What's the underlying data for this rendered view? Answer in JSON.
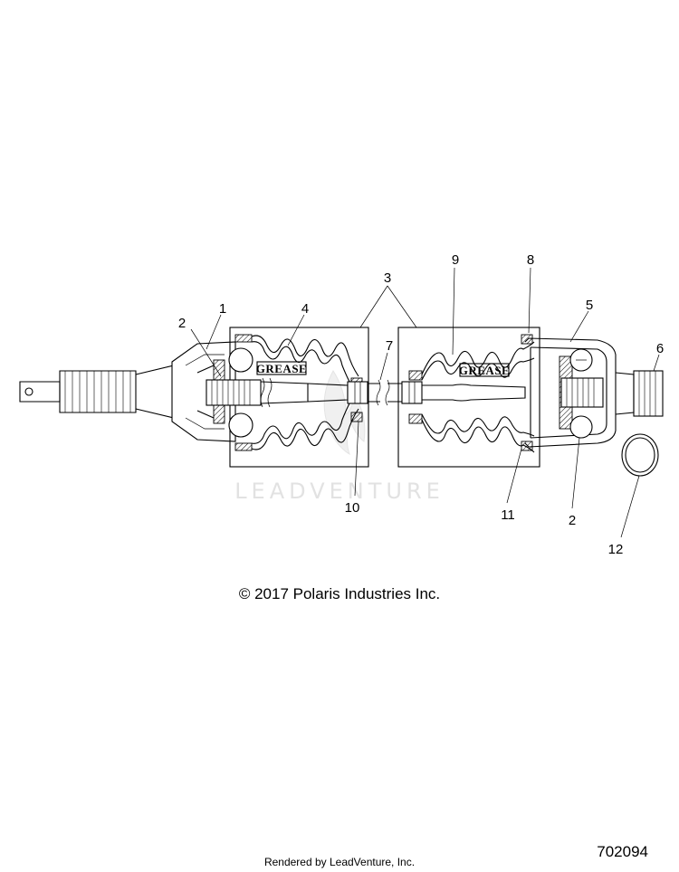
{
  "diagram": {
    "callouts": [
      {
        "id": "c1",
        "text": "1"
      },
      {
        "id": "c2a",
        "text": "2"
      },
      {
        "id": "c3",
        "text": "3"
      },
      {
        "id": "c4",
        "text": "4"
      },
      {
        "id": "c5",
        "text": "5"
      },
      {
        "id": "c6",
        "text": "6"
      },
      {
        "id": "c7",
        "text": "7"
      },
      {
        "id": "c8",
        "text": "8"
      },
      {
        "id": "c9",
        "text": "9"
      },
      {
        "id": "c10",
        "text": "10"
      },
      {
        "id": "c11",
        "text": "11"
      },
      {
        "id": "c2b",
        "text": "2"
      },
      {
        "id": "c12",
        "text": "12"
      }
    ],
    "grease_label_left": "GREASE",
    "grease_label_right": "GREASE",
    "watermark": "LEADVENTURE"
  },
  "copyright": "© 2017 Polaris Industries Inc.",
  "footer": "Rendered by LeadVenture, Inc.",
  "part_number": "702094"
}
